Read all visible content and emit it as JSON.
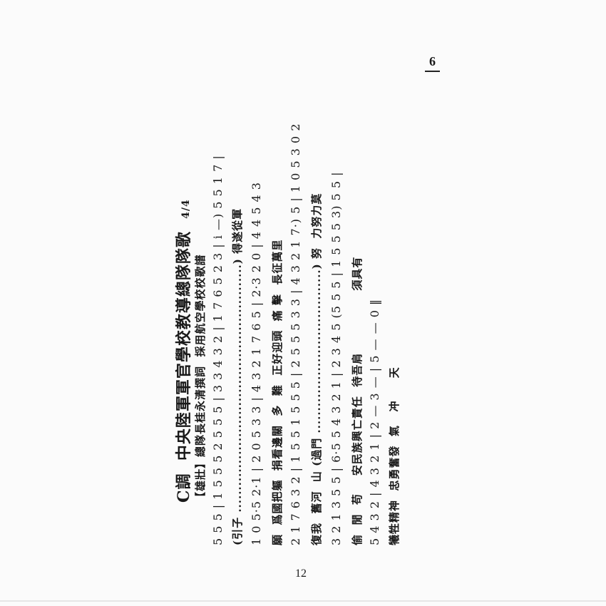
{
  "page_number_top": "6",
  "page_number_bottom": "12",
  "song": {
    "key": "C調",
    "title": "中央陸軍軍官學校教導總隊隊歌",
    "time_signature": "4/4",
    "tempo": "【雄壯】",
    "credits": "總隊長桂永清撰詞  採用航空學校校歌譜"
  },
  "lines": [
    {
      "notes": "5 5 5 | 1 5 5 5 2 5 5 5 | 3 3 4 3 2 | 1 7 6 5 2 3 | i —) 5 5 1 7 |",
      "lyrics": "(引子 ........................................................) 得遂從軍"
    },
    {
      "notes": "1 0 5·5 2·1 | 2 0 5 3 3 | 4 3 2 1 7 6 5 | 2·3 2 0 | 4 4 5 4 3",
      "lyrics": "願  爲國把軀  捐看邊關  多  難  正好迎頭  痛 擊  長征萬里"
    },
    {
      "notes": "2 1 7 6 3 2 | 1 5 5 1 5 5 5 | 2 5 5 5 3 3 | 4 3 2 1 7·) 5 | 1 0 5 3 0 2",
      "lyrics": "復我  舊河  山 (過門 .....................................) 努  力努力莫"
    },
    {
      "notes": "3 2 1 3 5 5 | 6·5 5 4 3 2 1 | 2 3 4 5 (5 5 5 | 1 5 5 5 3) 5 5 |",
      "lyrics": "偷  閒  苟    安民族興亡責任  待吾肩              須具有"
    },
    {
      "notes": "5 4 3 2 | 4 3 2 1 | 2 — 3 — | 5 — — 0 ‖",
      "lyrics": "犧牲精神  忠勇奮發  氣   冲     天"
    }
  ]
}
